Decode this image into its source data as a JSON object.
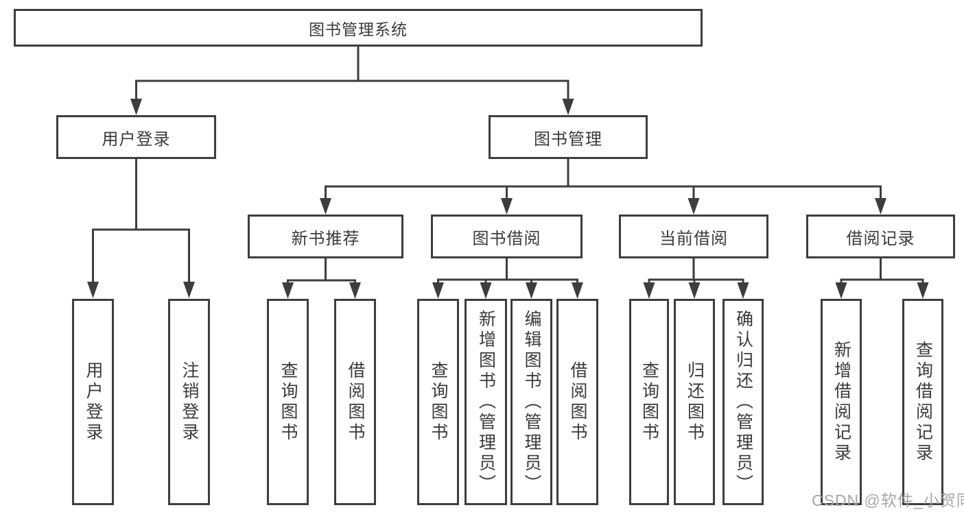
{
  "diagram": {
    "root": "图书管理系统",
    "user_login_branch": {
      "label": "用户登录",
      "children": [
        "用户登录",
        "注销登录"
      ]
    },
    "book_mgmt_branch": {
      "label": "图书管理",
      "sections": [
        {
          "label": "新书推荐",
          "children": [
            "查询图书",
            "借阅图书"
          ]
        },
        {
          "label": "图书借阅",
          "children": [
            "查询图书",
            "新增图书（管理员）",
            "编辑图书（管理员）",
            "借阅图书"
          ]
        },
        {
          "label": "当前借阅",
          "children": [
            "查询图书",
            "归还图书",
            "确认归还（管理员）"
          ]
        },
        {
          "label": "借阅记录",
          "children": [
            "新增借阅记录",
            "查询借阅记录"
          ]
        }
      ]
    },
    "watermark": "CSDN @软件_小贺同学",
    "colors": {
      "line": "#3d3d3d",
      "text": "#3a3a3a",
      "watermark": "#a6a6a6",
      "background": "#ffffff"
    }
  }
}
